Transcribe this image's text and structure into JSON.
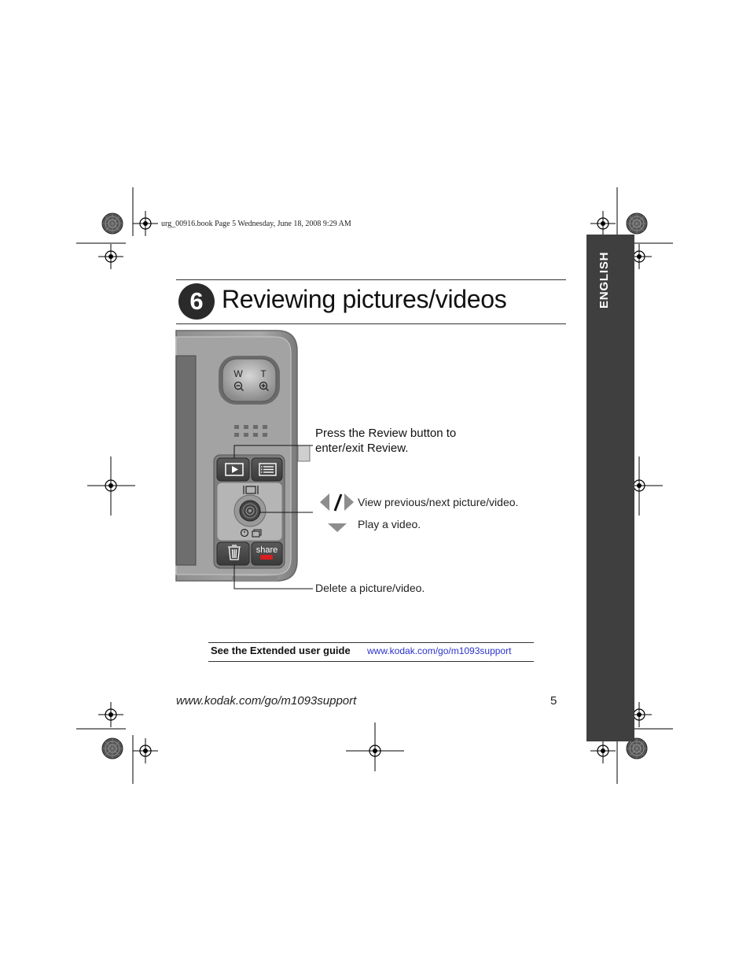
{
  "header": {
    "meta": "urg_00916.book  Page 5  Wednesday, June 18, 2008  9:29 AM"
  },
  "chapter": {
    "number": "6",
    "title": "Reviewing pictures/videos"
  },
  "side_tab": {
    "label": "ENGLISH"
  },
  "camera": {
    "zoom_wide": "W",
    "zoom_tele": "T",
    "share_label": "share"
  },
  "callouts": {
    "review_line1": "Press the Review button to",
    "review_line2": "enter/exit Review.",
    "prev_next": "View previous/next picture/video.",
    "play": "Play a video.",
    "delete": "Delete a picture/video."
  },
  "guide": {
    "label": "See the Extended user guide",
    "link": "www.kodak.com/go/m1093support"
  },
  "footer": {
    "url": "www.kodak.com/go/m1093support",
    "page_number": "5"
  },
  "colors": {
    "tab_background": "#3f3f3f",
    "link": "#2b33c9",
    "share_button_accent": "#d81e1e"
  }
}
